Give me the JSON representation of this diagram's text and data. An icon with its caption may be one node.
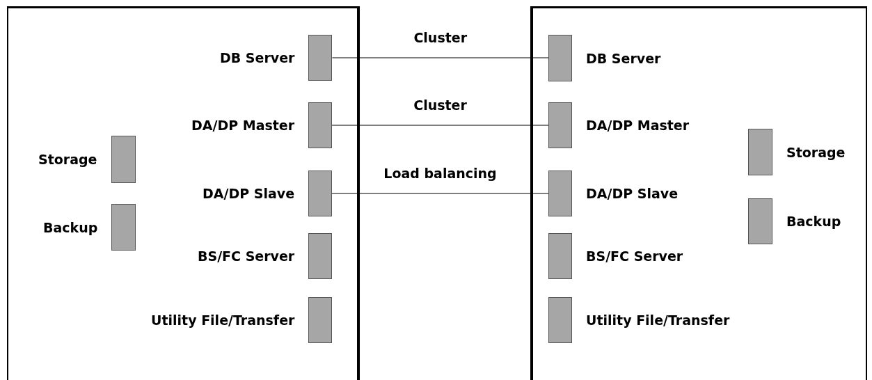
{
  "diagram": {
    "nodes": [
      {
        "text": [],
        "shape": "box"
      },
      {
        "text": [
          "DB Server"
        ],
        "in": 0
      },
      {
        "text": [
          "DA/DP Master"
        ],
        "in": 0
      },
      {
        "text": [
          "Storage"
        ],
        "in": 0
      },
      {
        "text": [
          "DA/DP Slave"
        ],
        "in": 0
      },
      {
        "text": [
          "Backup"
        ],
        "in": 0
      },
      {
        "text": [
          "BS/FC Server"
        ],
        "in": 0
      },
      {
        "text": [
          "Utility File/Transfer"
        ],
        "in": 0
      },
      {
        "text": [],
        "shape": "box"
      },
      {
        "text": [
          "DB Server"
        ],
        "in": 8
      },
      {
        "text": [
          "DA/DP Master"
        ],
        "in": 8
      },
      {
        "text": [
          "Storage"
        ],
        "in": 8
      },
      {
        "text": [
          "DA/DP Slave"
        ],
        "in": 8
      },
      {
        "text": [
          "Backup"
        ],
        "in": 8
      },
      {
        "text": [
          "BS/FC Server"
        ],
        "in": 8
      },
      {
        "text": [
          "Utility File/Transfer"
        ],
        "in": 8
      }
    ],
    "edges": [
      {
        "from": 1,
        "to": 9,
        "arrow": "none",
        "label": "Cluster"
      },
      {
        "from": 2,
        "to": 10,
        "arrow": "none",
        "label": "Cluster"
      },
      {
        "from": 4,
        "to": 12,
        "arrow": "none",
        "label": "Load balancing"
      }
    ]
  }
}
